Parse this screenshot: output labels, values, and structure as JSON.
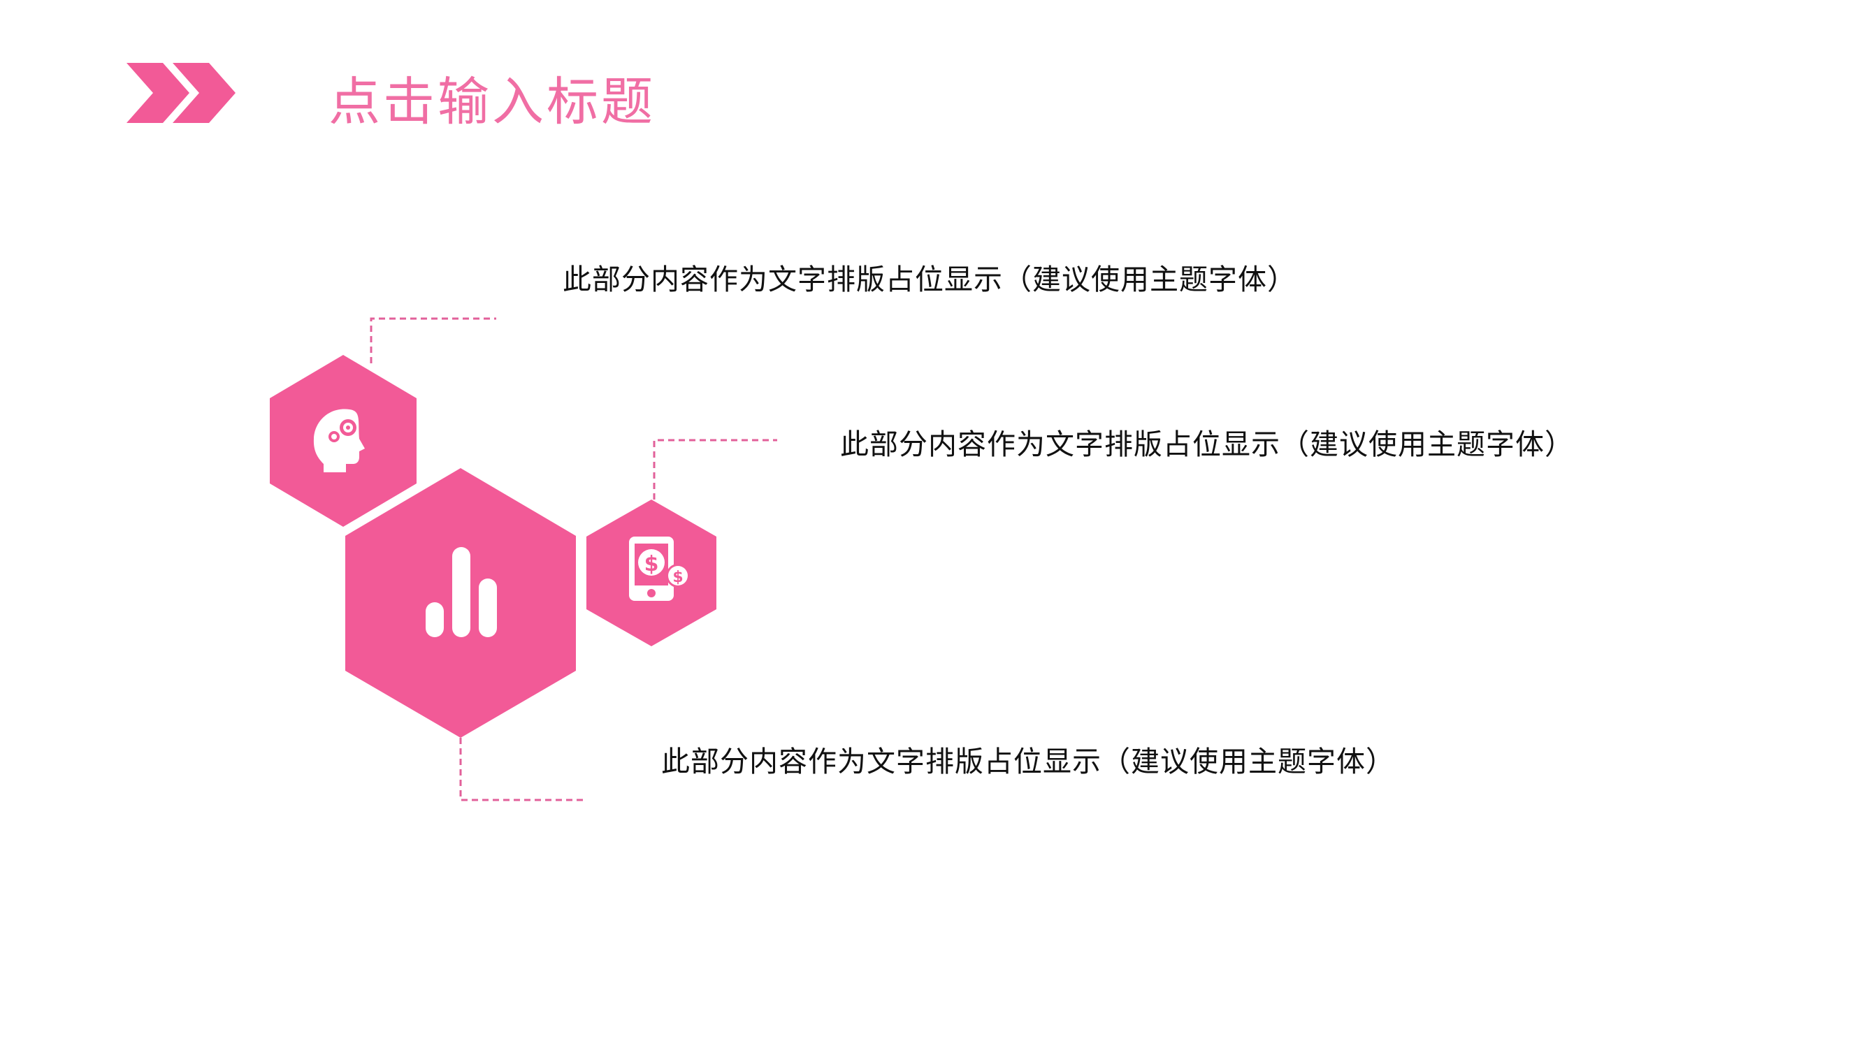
{
  "slide": {
    "title": "点击输入标题",
    "captions": [
      "此部分内容作为文字排版占位显示（建议使用主题字体）",
      "此部分内容作为文字排版占位显示（建议使用主题字体）",
      "此部分内容作为文字排版占位显示（建议使用主题字体）"
    ]
  },
  "hexagons": [
    {
      "icon": "head-gears-icon"
    },
    {
      "icon": "bar-chart-icon"
    },
    {
      "icon": "phone-dollar-icon"
    }
  ],
  "colors": {
    "accent": "#f25a97",
    "title": "#f06ea4",
    "text": "#111111",
    "connector": "#e2609a",
    "background": "#ffffff"
  }
}
